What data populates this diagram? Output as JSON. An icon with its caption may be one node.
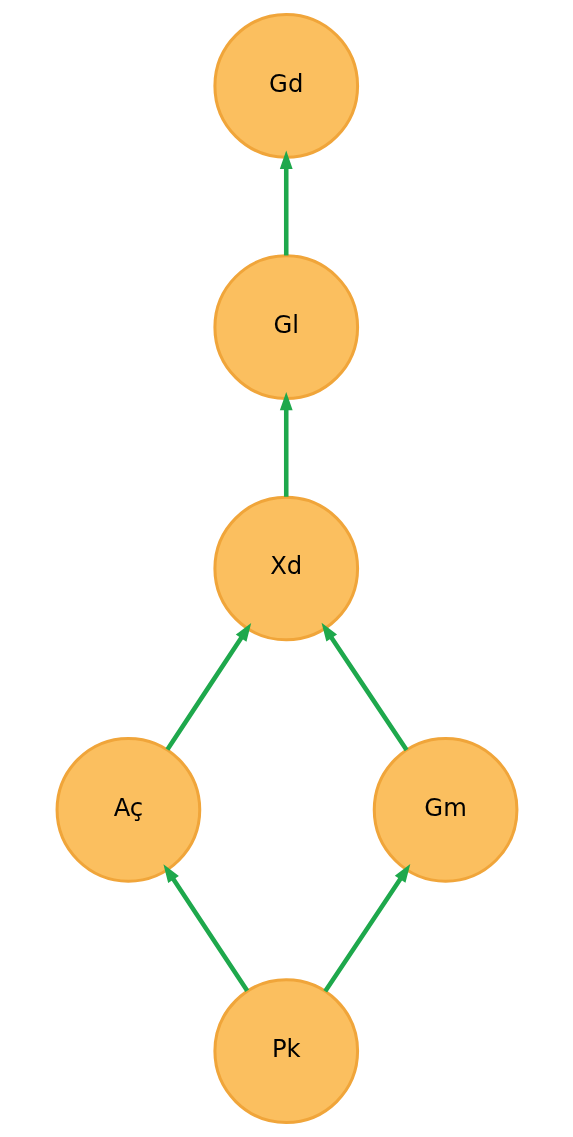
{
  "diagram": {
    "nodes": [
      {
        "text": [
          "Gd"
        ]
      },
      {
        "text": [
          "Gl"
        ]
      },
      {
        "text": [
          "Xd"
        ]
      },
      {
        "text": [
          "Aç"
        ]
      },
      {
        "text": [
          "Gm"
        ]
      },
      {
        "text": [
          "Pk"
        ]
      }
    ],
    "edges": [
      {
        "from": 1,
        "to": 0,
        "arrow": "to"
      },
      {
        "from": 2,
        "to": 1,
        "arrow": "to"
      },
      {
        "from": 3,
        "to": 2,
        "arrow": "to"
      },
      {
        "from": 4,
        "to": 2,
        "arrow": "to"
      },
      {
        "from": 5,
        "to": 3,
        "arrow": "to"
      },
      {
        "from": 5,
        "to": 4,
        "arrow": "to"
      }
    ]
  }
}
